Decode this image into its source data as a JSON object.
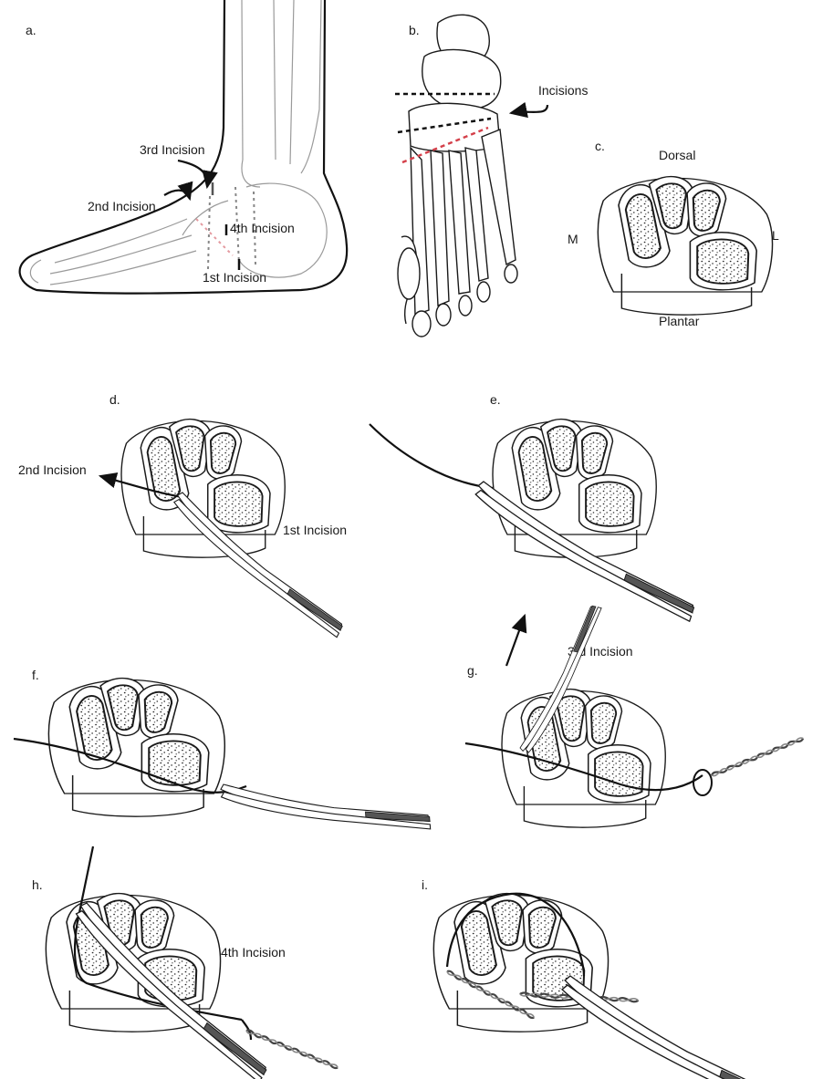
{
  "panels": {
    "a": {
      "letter": "a.",
      "incisions": [
        "3rd Incision",
        "2nd Incision",
        "4th Incision",
        "1st Incision"
      ]
    },
    "b": {
      "letter": "b.",
      "arrow_label": "Incisions"
    },
    "c": {
      "letter": "c.",
      "orientation": {
        "top": "Dorsal",
        "bottom": "Plantar",
        "left": "M",
        "right": "L"
      }
    },
    "d": {
      "letter": "d.",
      "labels": [
        "2nd Incision",
        "1st Incision"
      ]
    },
    "e": {
      "letter": "e."
    },
    "f": {
      "letter": "f."
    },
    "g": {
      "letter": "g.",
      "label": "3rd Incision"
    },
    "h": {
      "letter": "h.",
      "label": "4th Incision"
    },
    "i": {
      "letter": "i."
    }
  },
  "colors": {
    "line": "#1a1a1a",
    "bone_outline_grey": "#9a9a9a",
    "incision_red": "#d4404a",
    "background": "#ffffff"
  }
}
